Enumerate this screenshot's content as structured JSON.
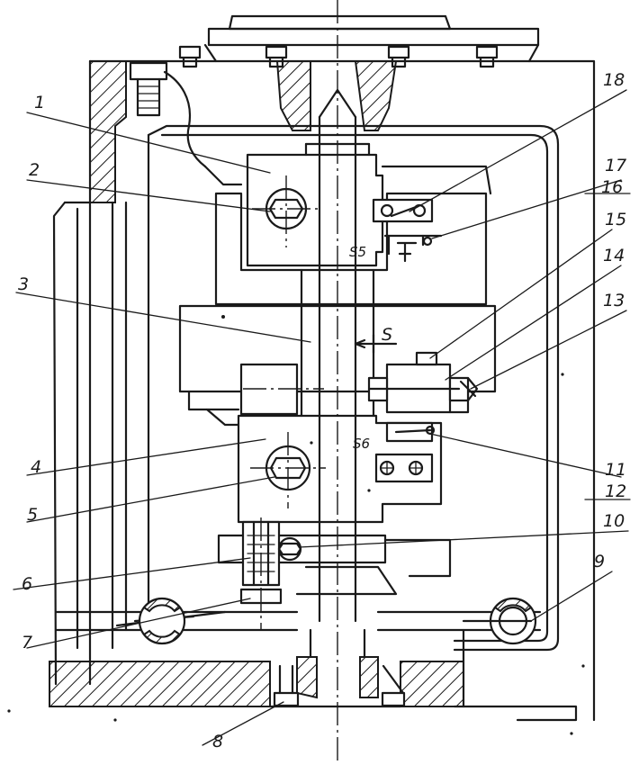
{
  "labels": {
    "l1": "1",
    "l2": "2",
    "l3": "3",
    "l4": "4",
    "l5": "5",
    "l6": "6",
    "l7": "7",
    "l8": "8",
    "l9": "9",
    "l10": "10",
    "l11": "11",
    "l12": "12",
    "l13": "13",
    "l14": "14",
    "l15": "15",
    "l16": "16",
    "l17": "17",
    "l18": "18"
  },
  "marks": {
    "s5": "S5",
    "s6": "S6",
    "s": "S"
  }
}
